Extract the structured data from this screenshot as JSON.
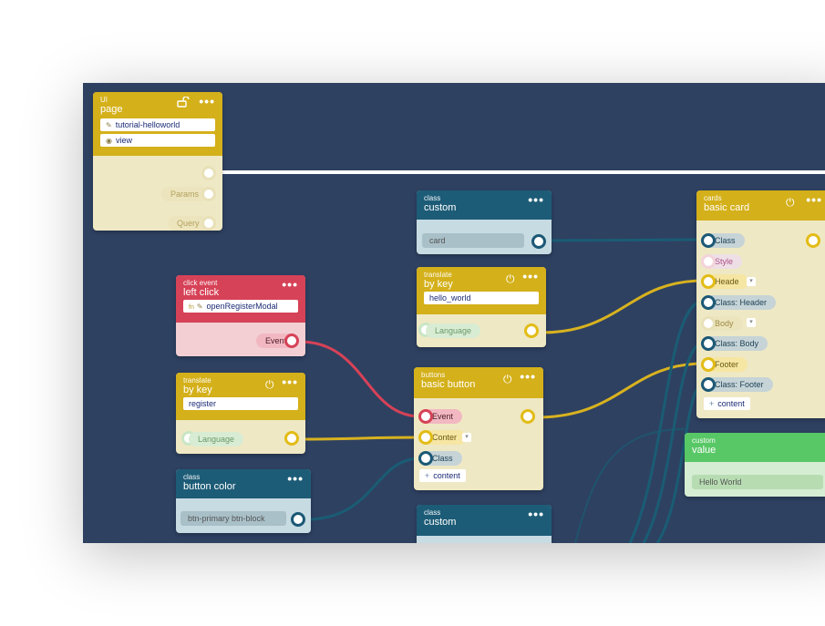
{
  "ui_page_node": {
    "category": "UI",
    "title": "page",
    "name_field": "tutorial-helloworld",
    "view_field": "view",
    "port_params": "Params",
    "port_query": "Query",
    "menu": "•••"
  },
  "class_custom_1": {
    "category": "class",
    "title": "custom",
    "value": "card",
    "menu": "•••"
  },
  "translate_hello": {
    "category": "translate",
    "title": "by key",
    "key": "hello_world",
    "port_language": "Language",
    "menu": "•••"
  },
  "click_event": {
    "category": "click event",
    "title": "left click",
    "fn_prefix": "fn",
    "fn_value": "openRegisterModal",
    "port_event": "Event",
    "menu": "•••"
  },
  "translate_register": {
    "category": "translate",
    "title": "by key",
    "key": "register",
    "port_language": "Language",
    "menu": "•••"
  },
  "class_button_color": {
    "category": "class",
    "title": "button color",
    "value": "btn-primary btn-block",
    "menu": "•••"
  },
  "basic_button": {
    "category": "buttons",
    "title": "basic button",
    "port_event": "Event",
    "port_content": "Conter",
    "port_class": "Class",
    "add_label": "content",
    "menu": "•••"
  },
  "class_custom_2": {
    "category": "class",
    "title": "custom",
    "menu": "•••"
  },
  "basic_card": {
    "category": "cards",
    "title": "basic card",
    "port_class": "Class",
    "port_style": "Style",
    "port_header": "Heade",
    "port_class_header": "Class: Header",
    "port_body": "Body",
    "port_class_body": "Class: Body",
    "port_footer": "Footer",
    "port_class_footer": "Class: Footer",
    "add_label": "content",
    "menu": "•••"
  },
  "custom_value": {
    "category": "custom",
    "title": "value",
    "value": "Hello World"
  },
  "colors": {
    "canvas": "#2e4161",
    "yellow": "#d4b01a",
    "red": "#d64257",
    "teal": "#1d5c77",
    "green": "#58c866",
    "wire_teal": "#1a5c74",
    "wire_yellow": "#d8b21f",
    "wire_red": "#d64257"
  },
  "icons": [
    "pencil-icon",
    "eye-icon",
    "lock-icon",
    "plug-icon",
    "more-icon",
    "plus-icon"
  ]
}
